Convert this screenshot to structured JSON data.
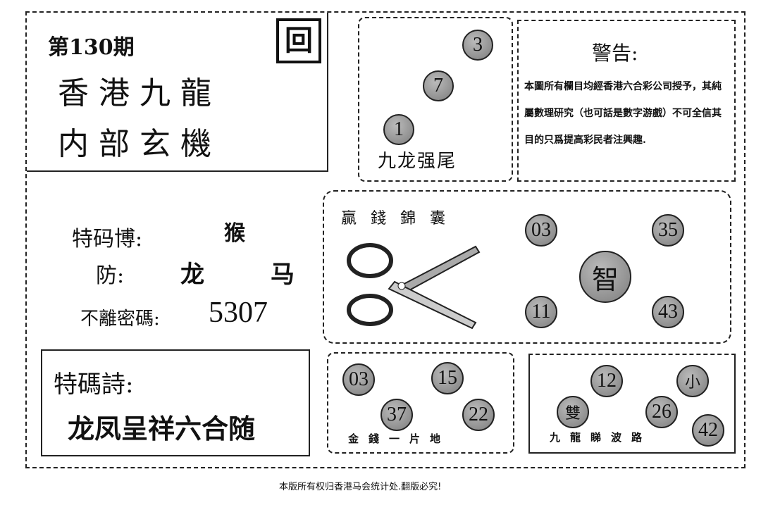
{
  "header": {
    "issue": "第130期",
    "title1": "香港九龍",
    "title2": "内部玄機",
    "logo": "回"
  },
  "tail": {
    "balls": [
      "3",
      "7",
      "1"
    ],
    "label": "九龙强尾"
  },
  "warning": {
    "title": "警告:",
    "text": "本圖所有欄目均經香港六合彩公司授予，其純屬數理研究（也可話是數字游戲）不可全信其目的只爲提高彩民者注興趣."
  },
  "special": {
    "label": "特码博:",
    "animal": "猴",
    "guard_label": "防:",
    "guard1": "龙",
    "guard2": "马",
    "code_label": "不離密碼:",
    "code": "5307"
  },
  "bag": {
    "title": "贏錢錦囊",
    "center": "智",
    "balls": [
      "03",
      "35",
      "11",
      "43"
    ]
  },
  "poem": {
    "label": "特碼詩:",
    "text": "龙凤呈祥六合随"
  },
  "gold": {
    "balls": [
      "03",
      "15",
      "37",
      "22"
    ],
    "label": "金錢一片地"
  },
  "kowloon": {
    "balls": [
      "12",
      "小",
      "雙",
      "26",
      "42"
    ],
    "label": "九龍睇波路"
  },
  "footer": "本版所有权归香港马会统计处.翻版必究!"
}
